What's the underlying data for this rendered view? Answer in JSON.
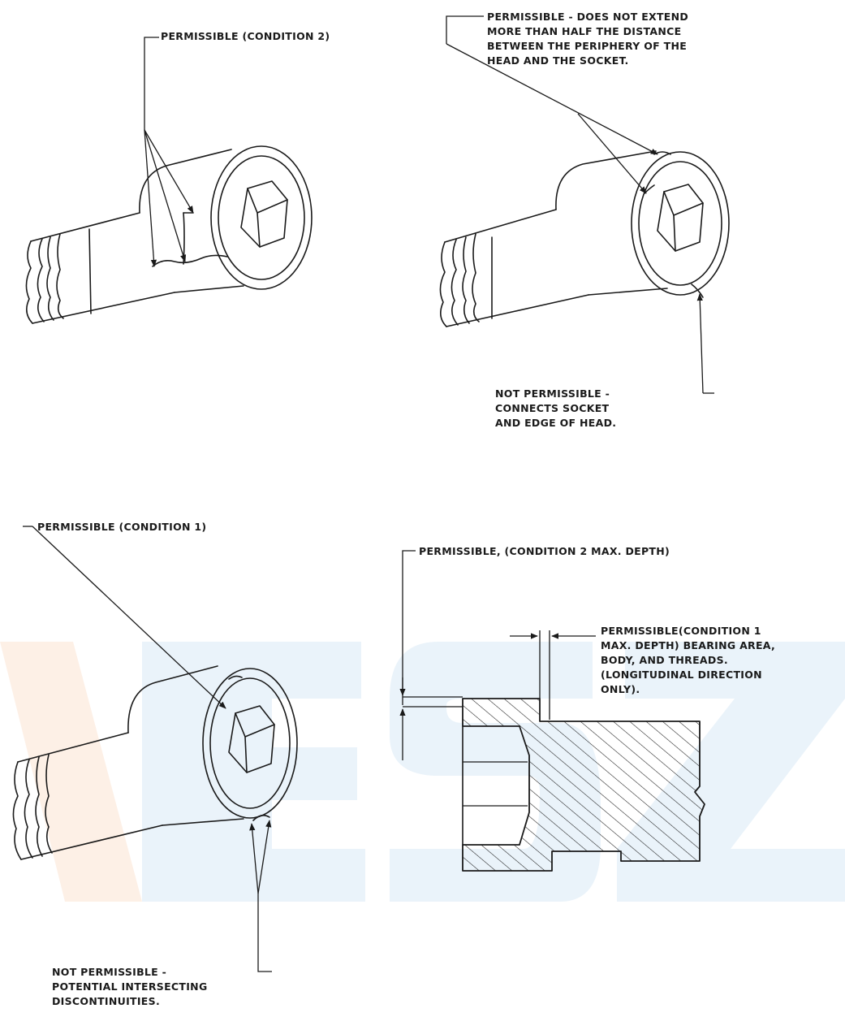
{
  "watermark": {
    "text": "NESZ",
    "color_blue": "#eaf3fa",
    "color_orange": "#fdf0e6"
  },
  "line_color": "#1a1a1a",
  "figures": {
    "fig1": {
      "label": "PERMISSIBLE (CONDITION 2)"
    },
    "fig2": {
      "top_label": [
        "PERMISSIBLE - DOES NOT EXTEND",
        "MORE THAN HALF THE DISTANCE",
        "BETWEEN THE PERIPHERY OF THE",
        "HEAD AND THE SOCKET."
      ],
      "bottom_label": [
        "NOT PERMISSIBLE -",
        "CONNECTS SOCKET",
        "AND EDGE OF HEAD."
      ]
    },
    "fig3": {
      "top_label": "PERMISSIBLE (CONDITION 1)",
      "bottom_label": [
        "NOT PERMISSIBLE -",
        "POTENTIAL INTERSECTING",
        "DISCONTINUITIES."
      ]
    },
    "fig4": {
      "top_label": "PERMISSIBLE, (CONDITION 2  MAX. DEPTH)",
      "side_label": [
        "PERMISSIBLE(CONDITION 1",
        " MAX. DEPTH) BEARING AREA,",
        "BODY, AND THREADS.",
        "(LONGITUDINAL DIRECTION",
        "ONLY)."
      ]
    }
  }
}
